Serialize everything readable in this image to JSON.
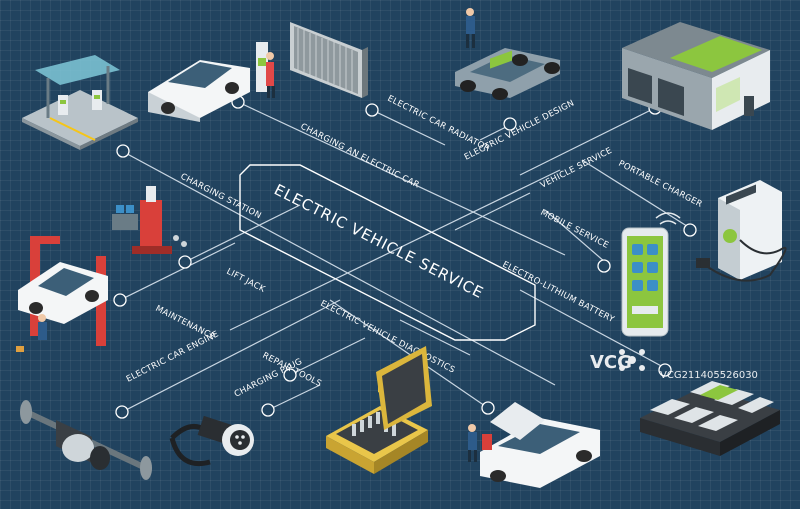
{
  "title": "ELECTRIC VEHICLE SERVICE",
  "labels": {
    "electric_car_radiator": "ELECTRIC CAR RADIATOR",
    "charging_an_electric_car": "CHARGING AN ELECTRIC CAR",
    "electric_vehicle_design": "ELECTRIC VEHICLE DESIGN",
    "vehicle_service": "VEHICLE SERVICE",
    "portable_charger": "PORTABLE CHARGER",
    "mobile_service": "MOBILE SERVICE",
    "charging_station": "CHARGING STATION",
    "electro_lithium_battery": "ELECTRO-LITHIUM BATTERY",
    "lift_jack": "LIFT JACK",
    "maintenance": "MAINTENANCE",
    "electric_vehicle_diagnostics": "ELECTRIC VEHICLE DIAGNOSTICS",
    "electric_car_engine": "ELECTRIC CAR ENGINE",
    "repair_tools": "REPAIR TOOLS",
    "charging_plug": "CHARGING PLUG"
  },
  "watermark": {
    "brand": "VCG",
    "id": "VCG211405526030"
  },
  "colors": {
    "background": "#21435f",
    "line": "#c9d6e2",
    "accent_green": "#8cc63f",
    "building": "#8f9ba3"
  },
  "icons": [
    "charging-station-icon",
    "charging-car-icon",
    "radiator-icon",
    "ev-chassis-icon",
    "service-building-icon",
    "portable-charger-icon",
    "smartphone-icon",
    "battery-pack-icon",
    "lift-jack-icon",
    "car-lift-icon",
    "engine-icon",
    "charging-plug-icon",
    "toolbox-icon",
    "diagnostics-car-icon"
  ]
}
